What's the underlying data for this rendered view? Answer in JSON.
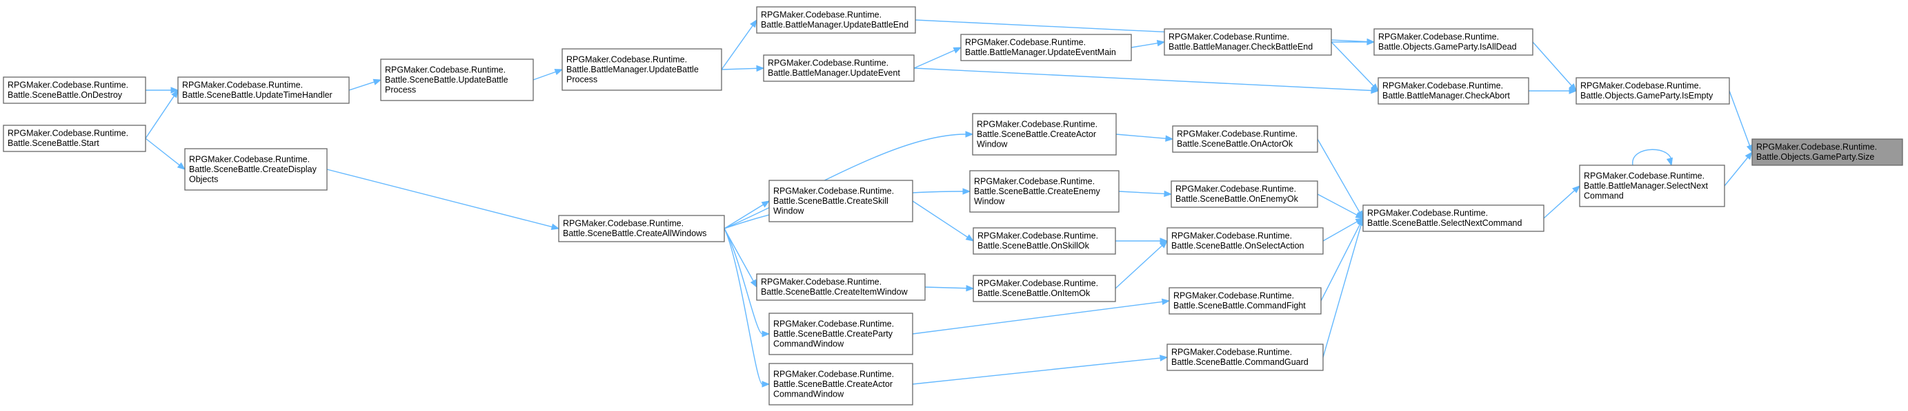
{
  "diagram": {
    "nodes": [
      {
        "id": "n_size",
        "lines": [
          "RPGMaker.Codebase.Runtime.",
          "Battle.Objects.GameParty.Size"
        ],
        "highlight": true
      },
      {
        "id": "n_isempty",
        "lines": [
          "RPGMaker.Codebase.Runtime.",
          "Battle.Objects.GameParty.IsEmpty"
        ]
      },
      {
        "id": "n_selectnext_bm",
        "lines": [
          "RPGMaker.Codebase.Runtime.",
          "Battle.BattleManager.SelectNext",
          "Command"
        ]
      },
      {
        "id": "n_isalldead",
        "lines": [
          "RPGMaker.Codebase.Runtime.",
          "Battle.Objects.GameParty.IsAllDead"
        ]
      },
      {
        "id": "n_checkabort",
        "lines": [
          "RPGMaker.Codebase.Runtime.",
          "Battle.BattleManager.CheckAbort"
        ]
      },
      {
        "id": "n_selectnext_sb",
        "lines": [
          "RPGMaker.Codebase.Runtime.",
          "Battle.SceneBattle.SelectNextCommand"
        ]
      },
      {
        "id": "n_updatebattleend",
        "lines": [
          "RPGMaker.Codebase.Runtime.",
          "Battle.BattleManager.UpdateBattleEnd"
        ]
      },
      {
        "id": "n_checkbattleend",
        "lines": [
          "RPGMaker.Codebase.Runtime.",
          "Battle.BattleManager.CheckBattleEnd"
        ]
      },
      {
        "id": "n_updateevent",
        "lines": [
          "RPGMaker.Codebase.Runtime.",
          "Battle.BattleManager.UpdateEvent"
        ]
      },
      {
        "id": "n_onactorok",
        "lines": [
          "RPGMaker.Codebase.Runtime.",
          "Battle.SceneBattle.OnActorOk"
        ]
      },
      {
        "id": "n_onenemyok",
        "lines": [
          "RPGMaker.Codebase.Runtime.",
          "Battle.SceneBattle.OnEnemyOk"
        ]
      },
      {
        "id": "n_onselectaction",
        "lines": [
          "RPGMaker.Codebase.Runtime.",
          "Battle.SceneBattle.OnSelectAction"
        ]
      },
      {
        "id": "n_commandfight",
        "lines": [
          "RPGMaker.Codebase.Runtime.",
          "Battle.SceneBattle.CommandFight"
        ]
      },
      {
        "id": "n_commandguard",
        "lines": [
          "RPGMaker.Codebase.Runtime.",
          "Battle.SceneBattle.CommandGuard"
        ]
      },
      {
        "id": "n_updateeventmain",
        "lines": [
          "RPGMaker.Codebase.Runtime.",
          "Battle.BattleManager.UpdateEventMain"
        ]
      },
      {
        "id": "n_createactorwindow",
        "lines": [
          "RPGMaker.Codebase.Runtime.",
          "Battle.SceneBattle.CreateActor",
          "Window"
        ]
      },
      {
        "id": "n_createenemywindow",
        "lines": [
          "RPGMaker.Codebase.Runtime.",
          "Battle.SceneBattle.CreateEnemy",
          "Window"
        ]
      },
      {
        "id": "n_onskillok",
        "lines": [
          "RPGMaker.Codebase.Runtime.",
          "Battle.SceneBattle.OnSkillOk"
        ]
      },
      {
        "id": "n_onitemok",
        "lines": [
          "RPGMaker.Codebase.Runtime.",
          "Battle.SceneBattle.OnItemOk"
        ]
      },
      {
        "id": "n_bm_updatebattleprocess",
        "lines": [
          "RPGMaker.Codebase.Runtime.",
          "Battle.BattleManager.UpdateBattle",
          "Process"
        ]
      },
      {
        "id": "n_createskillwindow",
        "lines": [
          "RPGMaker.Codebase.Runtime.",
          "Battle.SceneBattle.CreateSkill",
          "Window"
        ]
      },
      {
        "id": "n_createitemwindow",
        "lines": [
          "RPGMaker.Codebase.Runtime.",
          "Battle.SceneBattle.CreateItemWindow"
        ]
      },
      {
        "id": "n_createpartycommandwindow",
        "lines": [
          "RPGMaker.Codebase.Runtime.",
          "Battle.SceneBattle.CreateParty",
          "CommandWindow"
        ]
      },
      {
        "id": "n_createactorcommandwindow",
        "lines": [
          "RPGMaker.Codebase.Runtime.",
          "Battle.SceneBattle.CreateActor",
          "CommandWindow"
        ]
      },
      {
        "id": "n_createallwindows",
        "lines": [
          "RPGMaker.Codebase.Runtime.",
          "Battle.SceneBattle.CreateAllWindows"
        ]
      },
      {
        "id": "n_sb_updatebattleprocess",
        "lines": [
          "RPGMaker.Codebase.Runtime.",
          "Battle.SceneBattle.UpdateBattle",
          "Process"
        ]
      },
      {
        "id": "n_updatetimehandler",
        "lines": [
          "RPGMaker.Codebase.Runtime.",
          "Battle.SceneBattle.UpdateTimeHandler"
        ]
      },
      {
        "id": "n_createdisplayobjects",
        "lines": [
          "RPGMaker.Codebase.Runtime.",
          "Battle.SceneBattle.CreateDisplay",
          "Objects"
        ]
      },
      {
        "id": "n_ondestroy",
        "lines": [
          "RPGMaker.Codebase.Runtime.",
          "Battle.SceneBattle.OnDestroy"
        ]
      },
      {
        "id": "n_start",
        "lines": [
          "RPGMaker.Codebase.Runtime.",
          "Battle.SceneBattle.Start"
        ]
      }
    ],
    "edges": [
      {
        "from": "n_isempty",
        "to": "n_size"
      },
      {
        "from": "n_selectnext_bm",
        "to": "n_size"
      },
      {
        "from": "n_selectnext_bm",
        "to": "n_selectnext_bm"
      },
      {
        "from": "n_isalldead",
        "to": "n_isempty"
      },
      {
        "from": "n_checkabort",
        "to": "n_isempty"
      },
      {
        "from": "n_selectnext_sb",
        "to": "n_selectnext_bm"
      },
      {
        "from": "n_updatebattleend",
        "to": "n_isalldead"
      },
      {
        "from": "n_checkbattleend",
        "to": "n_isalldead"
      },
      {
        "from": "n_checkbattleend",
        "to": "n_checkabort"
      },
      {
        "from": "n_updateevent",
        "to": "n_checkabort"
      },
      {
        "from": "n_updateeventmain",
        "to": "n_checkbattleend"
      },
      {
        "from": "n_updateevent",
        "to": "n_updateeventmain"
      },
      {
        "from": "n_bm_updatebattleprocess",
        "to": "n_updatebattleend"
      },
      {
        "from": "n_bm_updatebattleprocess",
        "to": "n_updateevent"
      },
      {
        "from": "n_sb_updatebattleprocess",
        "to": "n_bm_updatebattleprocess"
      },
      {
        "from": "n_updatetimehandler",
        "to": "n_sb_updatebattleprocess"
      },
      {
        "from": "n_ondestroy",
        "to": "n_updatetimehandler"
      },
      {
        "from": "n_start",
        "to": "n_updatetimehandler"
      },
      {
        "from": "n_start",
        "to": "n_createdisplayobjects"
      },
      {
        "from": "n_createdisplayobjects",
        "to": "n_createallwindows"
      },
      {
        "from": "n_onactorok",
        "to": "n_selectnext_sb"
      },
      {
        "from": "n_onenemyok",
        "to": "n_selectnext_sb"
      },
      {
        "from": "n_onselectaction",
        "to": "n_selectnext_sb"
      },
      {
        "from": "n_commandfight",
        "to": "n_selectnext_sb"
      },
      {
        "from": "n_commandguard",
        "to": "n_selectnext_sb"
      },
      {
        "from": "n_createactorwindow",
        "to": "n_onactorok"
      },
      {
        "from": "n_createenemywindow",
        "to": "n_onenemyok"
      },
      {
        "from": "n_onskillok",
        "to": "n_onselectaction"
      },
      {
        "from": "n_onitemok",
        "to": "n_onselectaction"
      },
      {
        "from": "n_createskillwindow",
        "to": "n_onskillok"
      },
      {
        "from": "n_createitemwindow",
        "to": "n_onitemok"
      },
      {
        "from": "n_createpartycommandwindow",
        "to": "n_commandfight"
      },
      {
        "from": "n_createactorcommandwindow",
        "to": "n_commandguard"
      },
      {
        "from": "n_createallwindows",
        "to": "n_createactorwindow"
      },
      {
        "from": "n_createallwindows",
        "to": "n_createenemywindow"
      },
      {
        "from": "n_createallwindows",
        "to": "n_createskillwindow"
      },
      {
        "from": "n_createallwindows",
        "to": "n_createitemwindow"
      },
      {
        "from": "n_createallwindows",
        "to": "n_createpartycommandwindow"
      },
      {
        "from": "n_createallwindows",
        "to": "n_createactorcommandwindow"
      }
    ]
  }
}
